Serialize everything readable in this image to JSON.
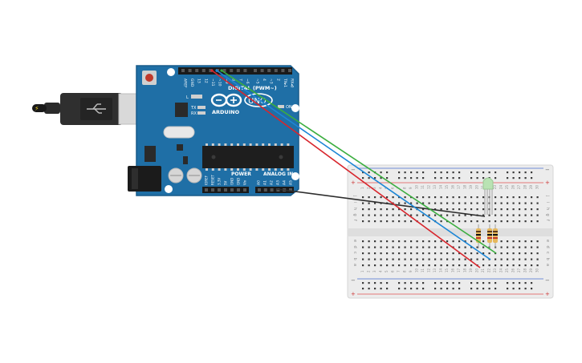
{
  "board": {
    "brand_text": "ARDUINO",
    "model_text": "UNO",
    "digital_label": "DIGITAL (PWM~)",
    "power_label": "POWER",
    "analog_label": "ANALOG IN",
    "on_label": "ON",
    "led_labels": {
      "l": "L",
      "tx": "TX",
      "rx": "RX"
    },
    "header_top_labels": [
      "AREF",
      "GND",
      "13",
      "12",
      "~11",
      "~10",
      "~9",
      "8",
      "7",
      "~6",
      "~5",
      "4",
      "~3",
      "2",
      "TX▸1",
      "RX◂0"
    ],
    "power_pin_labels": [
      "IOREF",
      "RESET",
      "3.3V",
      "5V",
      "GND",
      "GND",
      "Vin"
    ],
    "analog_pin_labels": [
      "A0",
      "A1",
      "A2",
      "A3",
      "A4",
      "A5"
    ]
  },
  "breadboard": {
    "column_numbers": [
      "1",
      "2",
      "3",
      "4",
      "5",
      "6",
      "7",
      "8",
      "9",
      "10",
      "11",
      "12",
      "13",
      "14",
      "15",
      "16",
      "17",
      "18",
      "19",
      "20",
      "21",
      "22",
      "23",
      "24",
      "25",
      "26",
      "27",
      "28",
      "29",
      "30"
    ],
    "top_row_letters": [
      "j",
      "i",
      "h",
      "g",
      "f"
    ],
    "bottom_row_letters": [
      "e",
      "d",
      "c",
      "b",
      "a"
    ],
    "rail_plus": "+",
    "rail_minus": "−"
  },
  "colors": {
    "board_blue": "#1f6fa6",
    "board_blue_dark": "#175a88",
    "wire_red": "#d8262d",
    "wire_green": "#3bae3f",
    "wire_blue": "#1c86d6",
    "wire_black": "#2d2d2d",
    "led_green": "#b9e3b3",
    "resistor_tan": "#e6b85c"
  }
}
